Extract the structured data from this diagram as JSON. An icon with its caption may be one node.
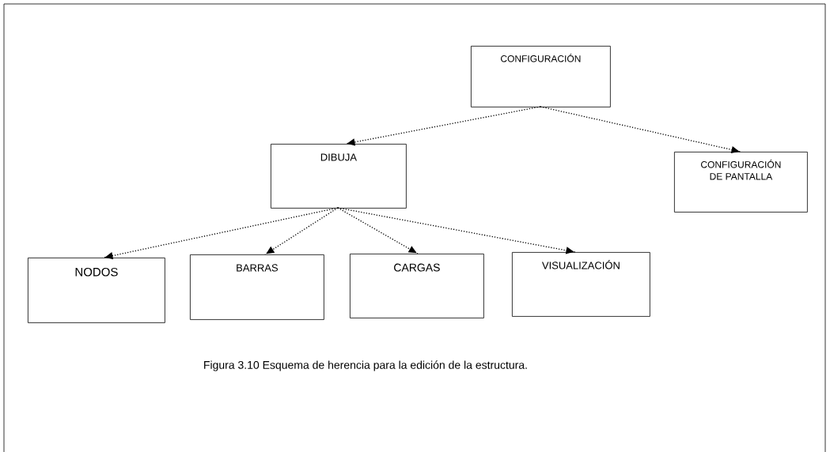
{
  "diagram": {
    "caption": "Figura 3.10 Esquema de herencia para la edición de la estructura.",
    "nodes": [
      {
        "text": [
          "CONFIGURACIÓN"
        ]
      },
      {
        "text": [
          "DIBUJA"
        ]
      },
      {
        "text": [
          "CONFIGURACIÓN DE PANTALLA"
        ]
      },
      {
        "text": [
          "NODOS"
        ]
      },
      {
        "text": [
          "BARRAS"
        ]
      },
      {
        "text": [
          "CARGAS"
        ]
      },
      {
        "text": [
          "VISUALIZACIÓN"
        ]
      }
    ],
    "edges": [
      {
        "from": 0,
        "to": 1,
        "arrow": "to",
        "style": "dashed"
      },
      {
        "from": 0,
        "to": 2,
        "arrow": "to",
        "style": "dashed"
      },
      {
        "from": 1,
        "to": 3,
        "arrow": "to",
        "style": "dashed"
      },
      {
        "from": 1,
        "to": 4,
        "arrow": "to",
        "style": "dashed"
      },
      {
        "from": 1,
        "to": 5,
        "arrow": "to",
        "style": "dashed"
      },
      {
        "from": 1,
        "to": 6,
        "arrow": "to",
        "style": "dashed"
      }
    ]
  }
}
